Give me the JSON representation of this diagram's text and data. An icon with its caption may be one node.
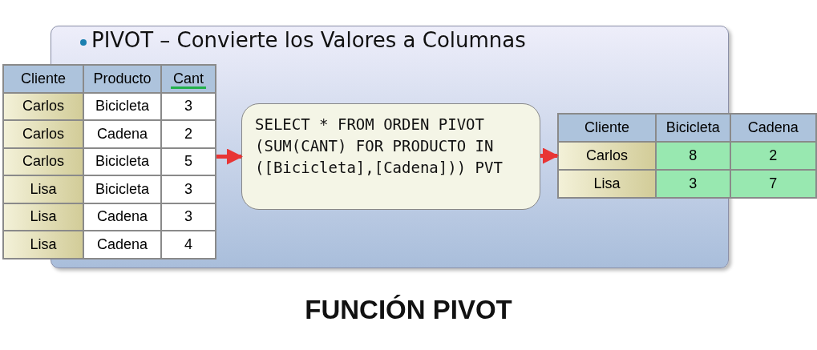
{
  "diagram": {
    "caption": "FUNCIÓN PIVOT",
    "nodes": [
      {
        "text": [
          "PIVOT – Convierte los Valores a Columnas"
        ]
      },
      {
        "text": [
          "Cliente",
          "Producto",
          "Cant",
          "Carlos",
          "Bicicleta",
          "3",
          "Carlos",
          "Cadena",
          "2",
          "Carlos",
          "Bicicleta",
          "5",
          "Lisa",
          "Bicicleta",
          "3",
          "Lisa",
          "Cadena",
          "3",
          "Lisa",
          "Cadena",
          "4"
        ]
      },
      {
        "text": [
          "SELECT * FROM ORDEN PIVOT (SUM(CANT) FOR PRODUCTO IN ([Bicicleta],[Cadena])) PVT"
        ],
        "in": 0
      },
      {
        "text": [
          "Cliente",
          "Bicicleta",
          "Cadena",
          "Carlos",
          "8",
          "2",
          "Lisa",
          "3",
          "7"
        ]
      }
    ],
    "edges": [
      {
        "from": 1,
        "to": 2,
        "arrow": "to"
      },
      {
        "from": 2,
        "to": 3,
        "arrow": "to"
      }
    ]
  }
}
